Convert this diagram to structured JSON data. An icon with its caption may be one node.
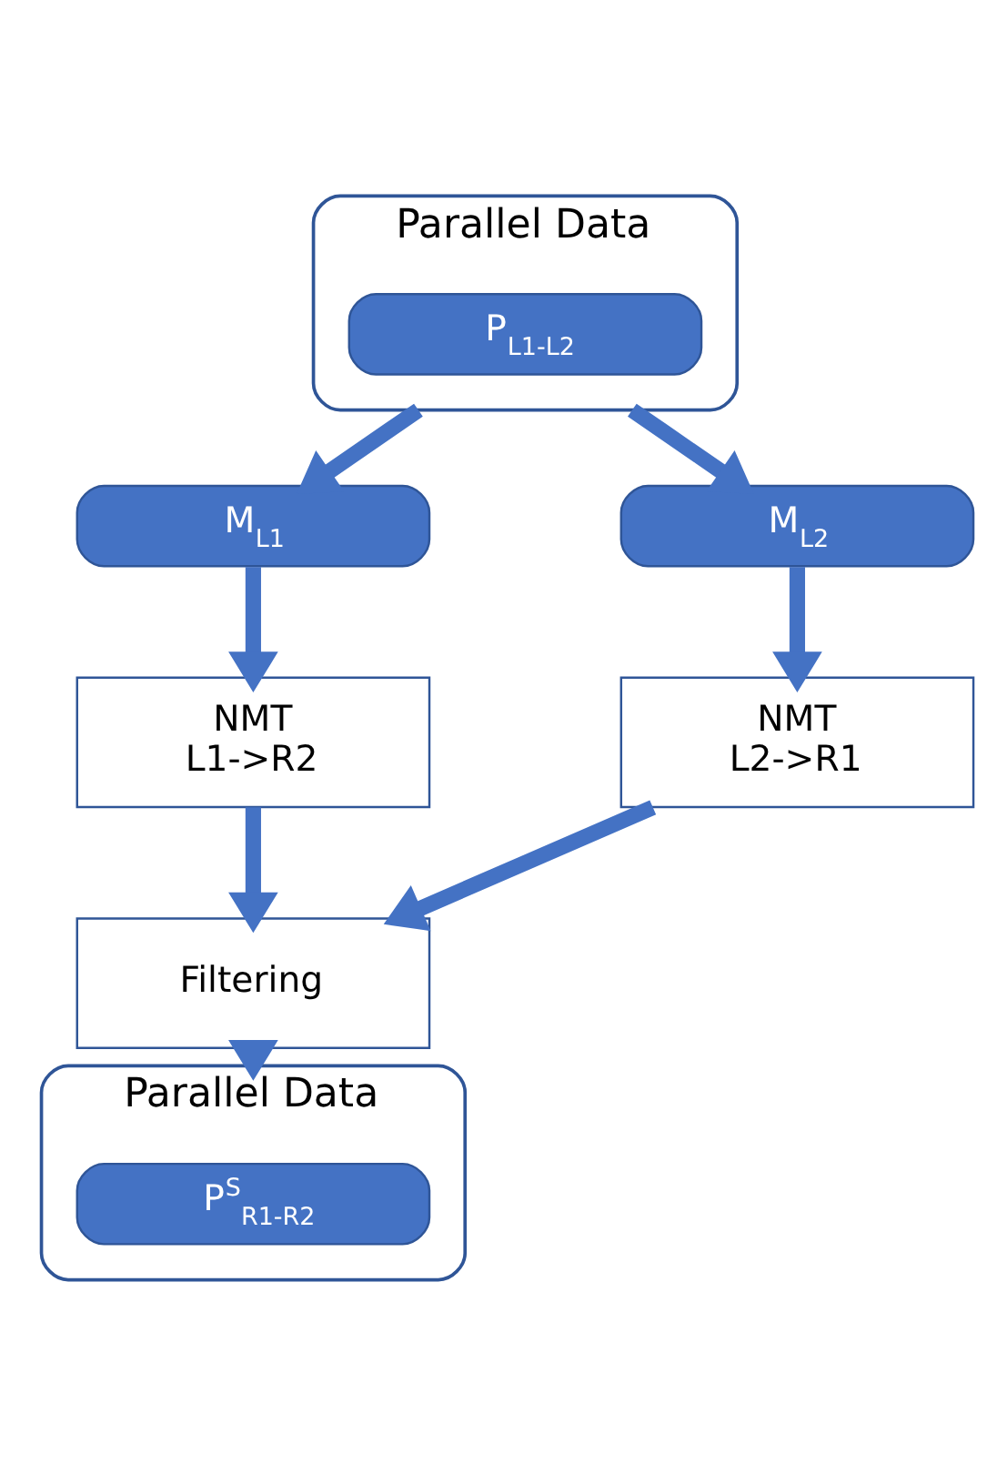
{
  "diagram": {
    "nodes": [
      {
        "text": [
          "Parallel Data"
        ]
      },
      {
        "text": [
          "P$_{L1-L2}$"
        ],
        "in": 0
      },
      {
        "text": [
          "M$_{L1}$"
        ]
      },
      {
        "text": [
          "M$_{L2}$"
        ]
      },
      {
        "text": [
          "NMT L1->R2"
        ]
      },
      {
        "text": [
          "NMT L2->R1"
        ]
      },
      {
        "text": [
          "Filtering"
        ]
      },
      {
        "text": [
          "Parallel Data"
        ]
      },
      {
        "text": [
          "P$^{S}$$_{R1-R2}$"
        ],
        "in": 7
      }
    ],
    "edges": [
      {
        "from": 0,
        "to": 2,
        "arrow": "to"
      },
      {
        "from": 0,
        "to": 3,
        "arrow": "to"
      },
      {
        "from": 2,
        "to": 4,
        "arrow": "to"
      },
      {
        "from": 3,
        "to": 5,
        "arrow": "to"
      },
      {
        "from": 4,
        "to": 6,
        "arrow": "to"
      },
      {
        "from": 5,
        "to": 6,
        "arrow": "to"
      },
      {
        "from": 6,
        "to": 7,
        "arrow": "to"
      }
    ]
  }
}
